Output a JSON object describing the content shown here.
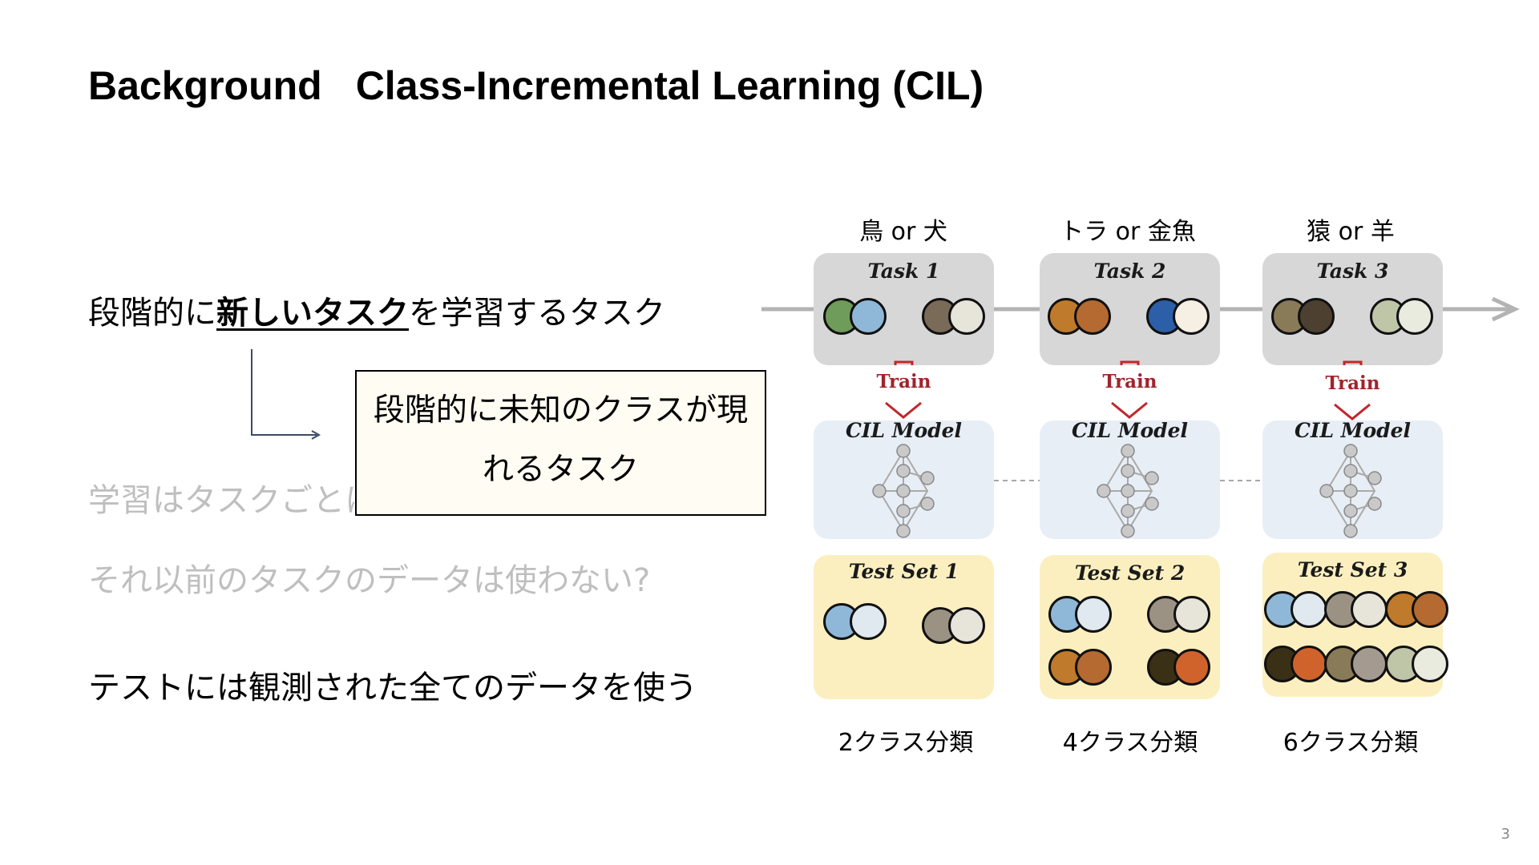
{
  "title": {
    "part1": "Background",
    "part2": "Class-Incremental Learning (CIL)"
  },
  "bullets": {
    "b1_pre": "段階的に",
    "b1_emph": "新しいタスク",
    "b1_post": "を学習するタスク",
    "b2": "学習はタスクごとに",
    "b3": "それ以前のタスクのデータは使わない?",
    "b4": "テストには観測された全てのデータを使う"
  },
  "callout": {
    "line1": "段階的に未知のクラスが現",
    "line2": "れるタスク"
  },
  "columns": [
    {
      "classes": "鳥 or 犬",
      "task": "Task 1",
      "train": "Train",
      "model": "CIL Model",
      "test": "Test Set 1",
      "result": "2クラス分類"
    },
    {
      "classes": "トラ or 金魚",
      "task": "Task 2",
      "train": "Train",
      "model": "CIL Model",
      "test": "Test Set 2",
      "result": "4クラス分類"
    },
    {
      "classes": "猿 or 羊",
      "task": "Task 3",
      "train": "Train",
      "model": "CIL Model",
      "test": "Test Set 3",
      "result": "6クラス分類"
    }
  ],
  "icons": {
    "bird": "#6f9c5a",
    "dog": "#7a6a58",
    "tiger": "#c07a2c",
    "goldfish": "#e88a2a",
    "monkey": "#4d4030",
    "sheep": "#bfc6a8",
    "eagle": "#8fb8d8"
  },
  "colors": {
    "train_arrow": "#c0272d",
    "timeline": "#b3b3b3"
  },
  "page_number": "3"
}
